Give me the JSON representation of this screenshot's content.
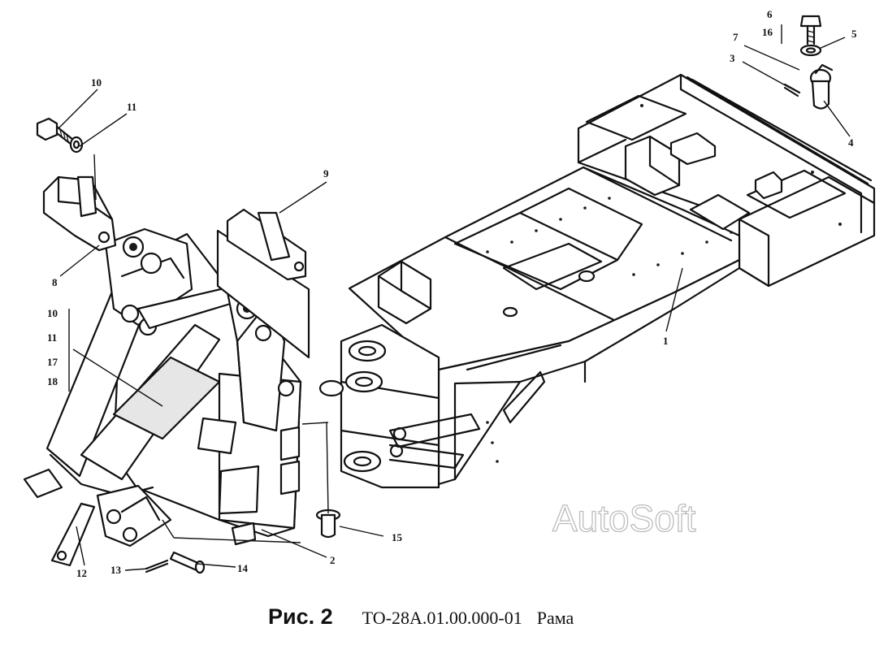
{
  "callouts": {
    "c1": "1",
    "c2": "2",
    "c3": "3",
    "c4": "4",
    "c5": "5",
    "c6": "6",
    "c7": "7",
    "c8": "8",
    "c9": "9",
    "c10a": "10",
    "c11a": "11",
    "c10b": "10",
    "c11b": "11",
    "c17": "17",
    "c18": "18",
    "c12": "12",
    "c13": "13",
    "c14": "14",
    "c15": "15",
    "c16": "16"
  },
  "watermark": "AutoSoft",
  "caption": {
    "figure": "Рис. 2",
    "code": "ТО-28А.01.00.000-01",
    "name": "Рама"
  }
}
